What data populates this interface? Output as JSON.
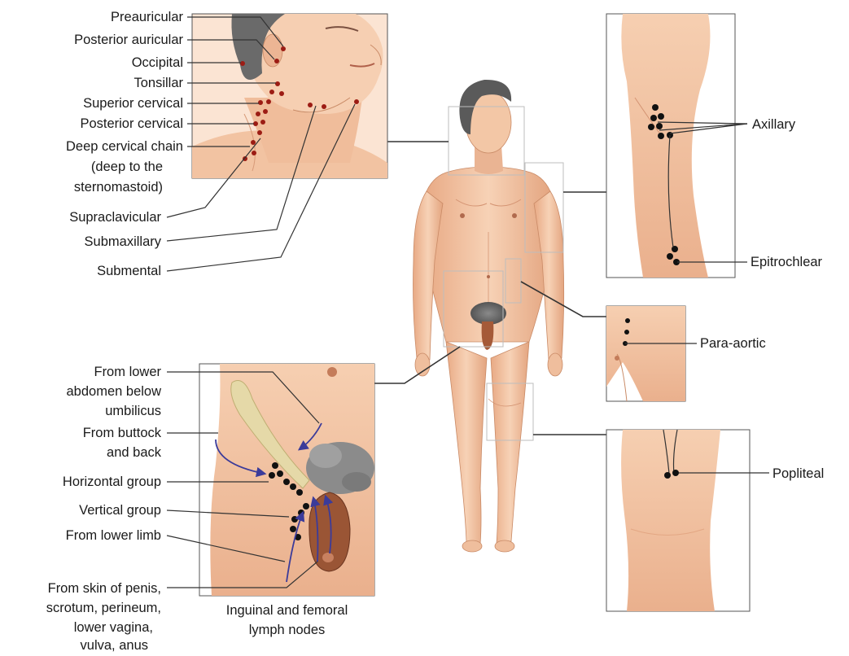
{
  "head_labels": {
    "preauricular": "Preauricular",
    "posterior_auricular": "Posterior auricular",
    "occipital": "Occipital",
    "tonsillar": "Tonsillar",
    "superior_cervical": "Superior cervical",
    "posterior_cervical": "Posterior cervical",
    "deep_cervical_1": "Deep cervical chain",
    "deep_cervical_2": "(deep to the",
    "deep_cervical_3": "sternomastoid)",
    "supraclavicular": "Supraclavicular",
    "submaxillary": "Submaxillary",
    "submental": "Submental"
  },
  "arm_labels": {
    "axillary": "Axillary",
    "epitrochlear": "Epitrochlear"
  },
  "abdomen_labels": {
    "para_aortic": "Para-aortic"
  },
  "knee_labels": {
    "popliteal": "Popliteal"
  },
  "groin_labels": {
    "lower_abdomen_1": "From lower",
    "lower_abdomen_2": "abdomen below",
    "lower_abdomen_3": "umbilicus",
    "buttock_1": "From buttock",
    "buttock_2": "and back",
    "horizontal_group": "Horizontal group",
    "vertical_group": "Vertical group",
    "lower_limb": "From lower limb",
    "skin_1": "From skin of penis,",
    "skin_2": "scrotum, perineum,",
    "skin_3": "lower vagina,",
    "skin_4": "vulva, anus",
    "caption_1": "Inguinal and femoral",
    "caption_2": "lymph nodes"
  },
  "colors": {
    "skin": "#f2c4a3",
    "skin_shade": "#e0a27c",
    "hair": "#6d6d6d",
    "node_red": "#9c1c14",
    "node_black": "#111111",
    "arrow_purple": "#3b3b9a",
    "frame": "#555555"
  }
}
